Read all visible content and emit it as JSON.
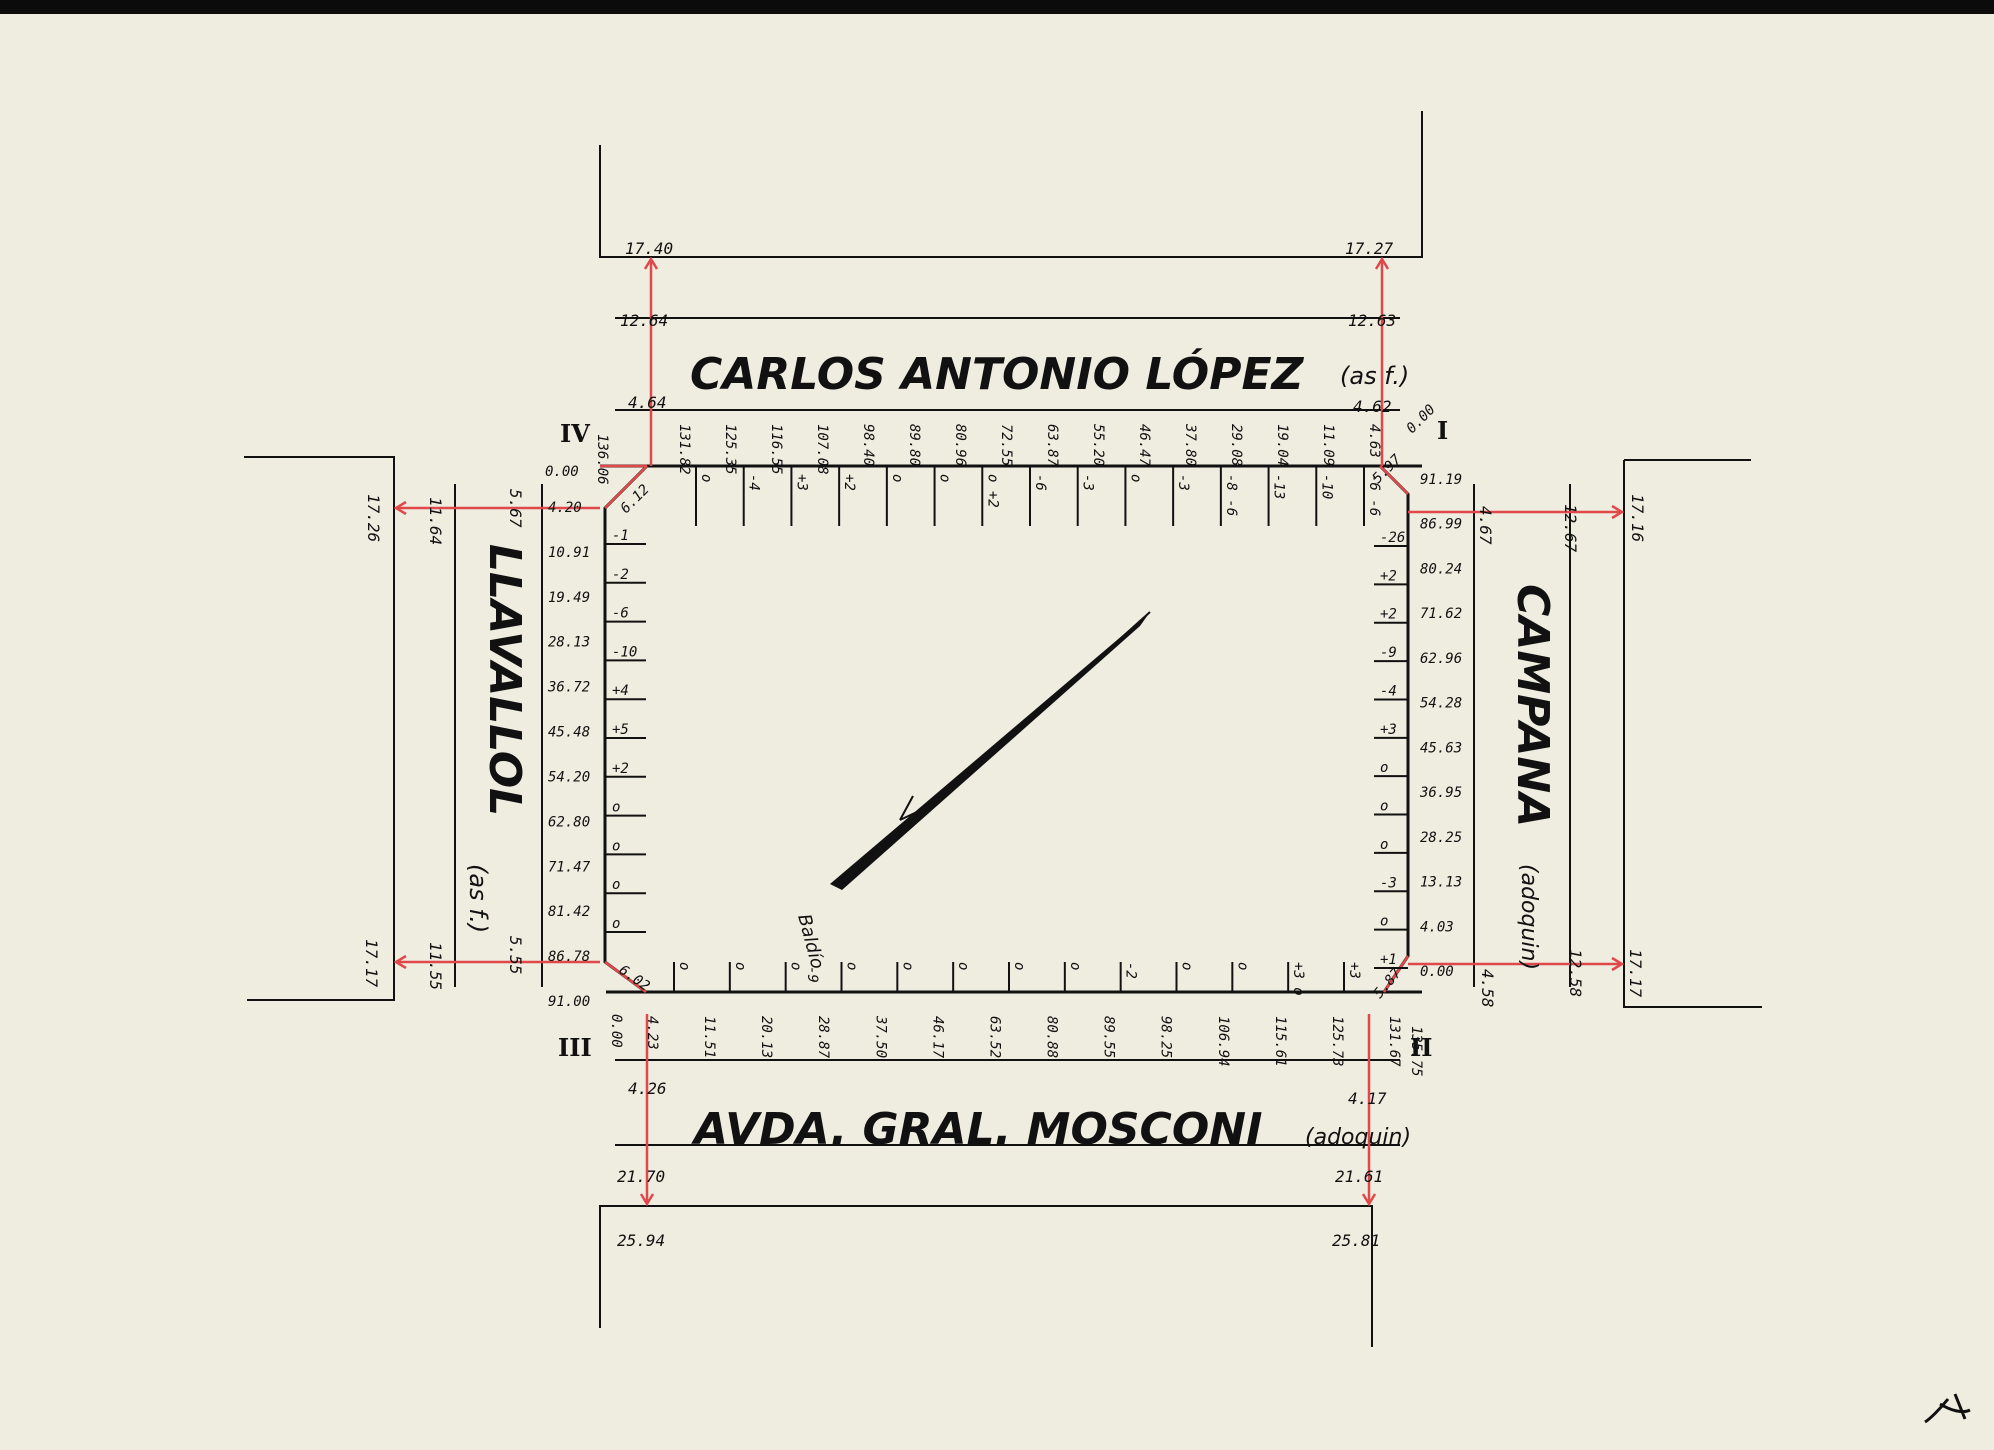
{
  "streets": {
    "north": "CARLOS ANTONIO LÓPEZ",
    "north_note": "(as f.)",
    "south": "AVDA. GRAL. MOSCONI",
    "south_note": "(adoquin)",
    "west": "LLAVALLOL",
    "west_note": "(as f.)",
    "east": "CAMPANA",
    "east_note": "(adoquin)"
  },
  "corners": {
    "I": "I",
    "II": "II",
    "III": "III",
    "IV": "IV"
  },
  "widths": {
    "north": {
      "outer_left": "17.40",
      "outer_right": "17.27",
      "road_left": "12.64",
      "road_right": "12.63",
      "walk_left": "4.64",
      "walk_right": "4.62"
    },
    "south": {
      "outer_left": "25.94",
      "outer_right": "25.81",
      "road_left": "21.70",
      "road_right": "21.61",
      "walk_left": "4.26",
      "walk_right": "4.17"
    },
    "west": {
      "outer_top": "17.26",
      "outer_bottom": "17.17",
      "road_top": "11.64",
      "road_bottom": "11.55",
      "walk_top": "5.67",
      "walk_bottom": "5.55"
    },
    "east": {
      "outer_top": "17.16",
      "outer_bottom": "17.17",
      "road_top": "12.67",
      "road_bottom": "12.58",
      "walk_top": "4.67",
      "walk_bottom": "4.58"
    }
  },
  "north_side": {
    "start": "0.00",
    "end": "136.06",
    "chainage": [
      "131.82",
      "125.35",
      "116.55",
      "107.08",
      "98.40",
      "89.80",
      "80.96",
      "72.55",
      "63.87",
      "55.20",
      "46.47",
      "37.80",
      "29.08",
      "19.04",
      "11.09",
      "4.63"
    ],
    "levels": [
      "o",
      "-4",
      "+3",
      "+2",
      "o",
      "o",
      "o +2",
      "-6",
      "-3",
      "o",
      "-3",
      "-8 -6",
      "-13",
      "-10",
      "-6 -6"
    ]
  },
  "east_side": {
    "start": "0.00",
    "chainage": [
      "91.19",
      "86.99",
      "80.24",
      "71.62",
      "62.96",
      "54.28",
      "45.63",
      "36.95",
      "28.25",
      "13.13",
      "4.03",
      "0.00"
    ],
    "levels": [
      "-26",
      "+2",
      "+2",
      "-9",
      "-4",
      "+3",
      "o",
      "o",
      "o",
      "-3",
      "o",
      "+1"
    ],
    "chamfer": "5.97",
    "chamfer_bottom": "5.87"
  },
  "west_side": {
    "chainage": [
      "4.20",
      "10.91",
      "19.49",
      "28.13",
      "36.72",
      "45.48",
      "54.20",
      "62.80",
      "71.47",
      "81.42",
      "86.78",
      "91.00"
    ],
    "levels": [
      "-1",
      "-2",
      "-6",
      "-10",
      "+4",
      "+5",
      "+2",
      "o",
      "o",
      "o",
      "o"
    ],
    "chamfer_top": "6.12",
    "chamfer_bottom": "6.02"
  },
  "south_side": {
    "start": "0.00",
    "end": "135.75",
    "chainage": [
      "4.23",
      "11.51",
      "20.13",
      "28.87",
      "37.50",
      "46.17",
      "63.52",
      "80.88",
      "89.55",
      "98.25",
      "106.94",
      "115.61",
      "125.73",
      "131.67"
    ],
    "levels": [
      "o",
      "o",
      "o",
      "o",
      "o",
      "o",
      "o",
      "o",
      "-2",
      "o",
      "o",
      "+3 o",
      "+3"
    ],
    "baldio": "Baldío",
    "baldio_level": "-9"
  },
  "signature": "L"
}
